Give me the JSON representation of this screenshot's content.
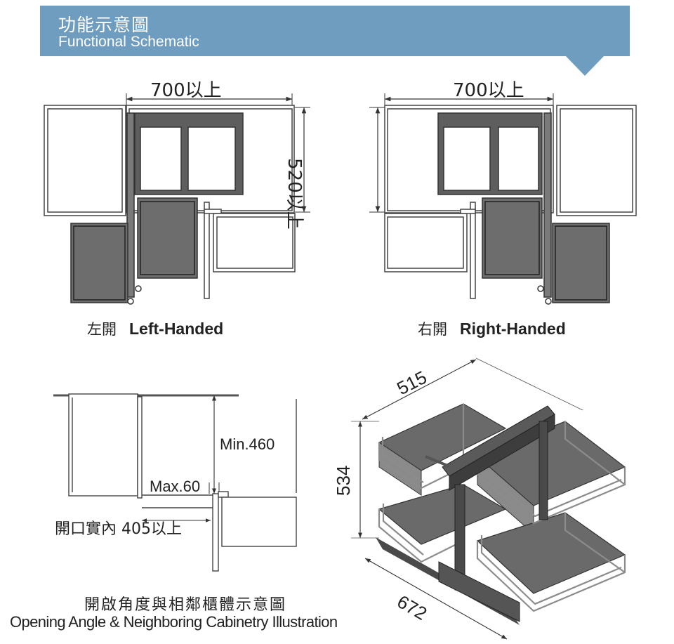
{
  "header": {
    "title_zh": "功能示意圖",
    "title_en": "Functional Schematic",
    "bar_color": "#6f9dbf"
  },
  "left_handed": {
    "caption_zh": "左開",
    "caption_en": "Left-Handed",
    "width_label": "700以上"
  },
  "right_handed": {
    "caption_zh": "右開",
    "caption_en": "Right-Handed",
    "width_label": "700以上"
  },
  "depth_label": "520以上",
  "opening_diagram": {
    "min_label": "Min.460",
    "max_label": "Max.60",
    "inner_label": "開口實內 405以上",
    "title_zh": "開啟角度與相鄰櫃體示意圖",
    "title_en": "Opening Angle & Neighboring Cabinetry Illustration"
  },
  "product_dimensions": {
    "width": "515",
    "height": "534",
    "depth": "672"
  },
  "colors": {
    "panel_dark": "#6d6d6d",
    "frame": "#3d3d3d",
    "line": "#333333"
  }
}
